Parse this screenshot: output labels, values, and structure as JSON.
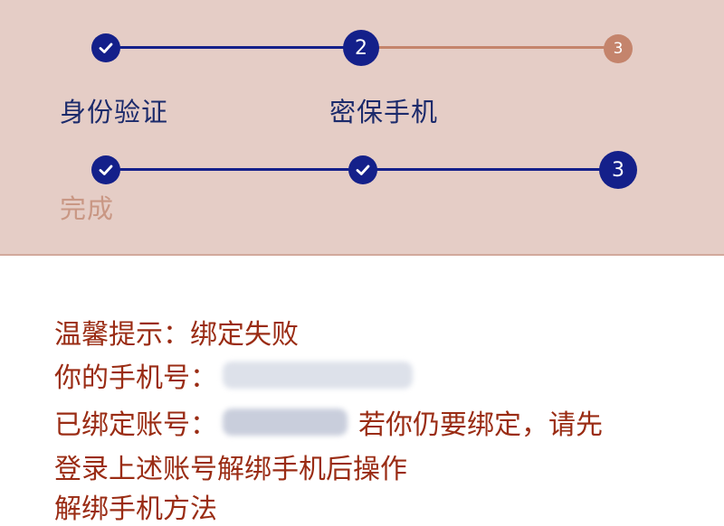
{
  "colors": {
    "panel_bg": "#e5cdc6",
    "navy": "#14208a",
    "tan": "#c4846c",
    "message_red": "#9a2c14",
    "label_navy": "#1b2a6b"
  },
  "stepper_top": {
    "steps": [
      {
        "state": "done",
        "icon": "check-icon",
        "label": "身份验证"
      },
      {
        "state": "current",
        "number": "2",
        "label": "密保手机"
      },
      {
        "state": "pending",
        "number": "3",
        "label": ""
      }
    ]
  },
  "stepper_bottom": {
    "steps": [
      {
        "state": "done",
        "icon": "check-icon",
        "label": ""
      },
      {
        "state": "done",
        "icon": "check-icon",
        "label": ""
      },
      {
        "state": "current",
        "number": "3",
        "label": "完成"
      }
    ]
  },
  "message": {
    "line1": "温馨提示：绑定失败",
    "line2_prefix": "你的手机号：",
    "line3_prefix": "已绑定账号：",
    "line3_suffix": "若你仍要绑定，请先",
    "line4": "登录上述账号解绑手机后操作",
    "line5": "解绑手机方法"
  }
}
